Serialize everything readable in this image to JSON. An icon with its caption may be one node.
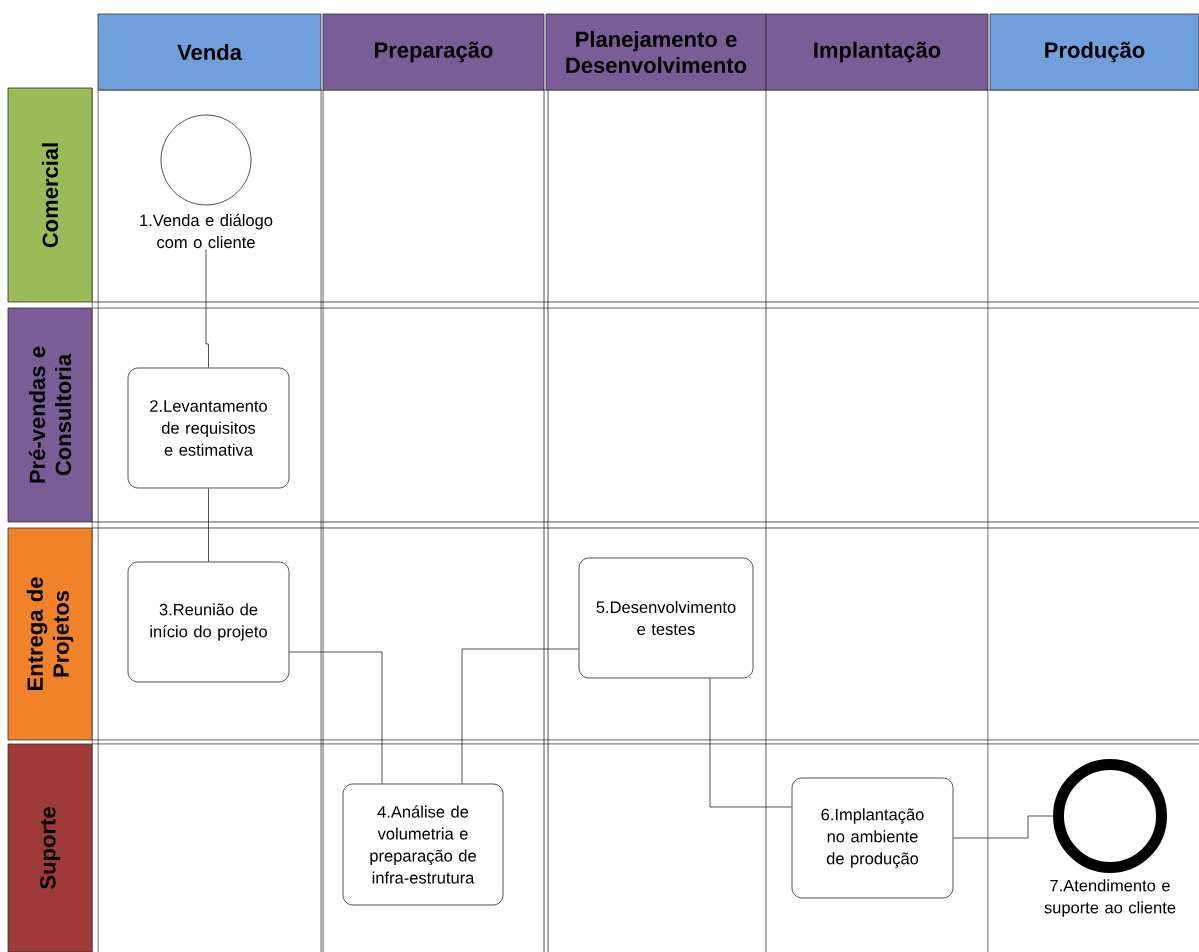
{
  "diagram": {
    "nodes": [
      {
        "text": [
          "Venda"
        ]
      },
      {
        "text": [
          "Preparação"
        ]
      },
      {
        "text": [
          "Planejamento e Desenvolvimento"
        ]
      },
      {
        "text": [
          "Implantação"
        ]
      },
      {
        "text": [
          "Produção"
        ]
      },
      {
        "text": [
          "Comercial"
        ]
      },
      {
        "text": [
          "Pré-vendas e Consultoria"
        ]
      },
      {
        "text": [
          "Entrega de Projetos"
        ]
      },
      {
        "text": [
          "Suporte"
        ]
      },
      {
        "text": [
          "1.Venda e diálogo com o cliente"
        ]
      },
      {
        "text": [
          "2.Levantamento de requisitos e estimativa"
        ]
      },
      {
        "text": [
          "3.Reunião de início do projeto"
        ]
      },
      {
        "text": [
          "4.Análise de volumetria e preparação de infra-estrutura"
        ]
      },
      {
        "text": [
          "5.Desenvolvimento e testes"
        ]
      },
      {
        "text": [
          "6.Implantação no ambiente de produção"
        ]
      },
      {
        "text": [
          "7.Atendimento e suporte ao cliente"
        ]
      }
    ],
    "edges": [
      {
        "from": 9,
        "to": 10,
        "arrow": "none"
      },
      {
        "from": 10,
        "to": 11,
        "arrow": "none"
      },
      {
        "from": 11,
        "to": 12,
        "arrow": "none"
      },
      {
        "from": 12,
        "to": 13,
        "arrow": "none"
      },
      {
        "from": 13,
        "to": 14,
        "arrow": "none"
      },
      {
        "from": 14,
        "to": 15,
        "arrow": "none"
      }
    ]
  }
}
